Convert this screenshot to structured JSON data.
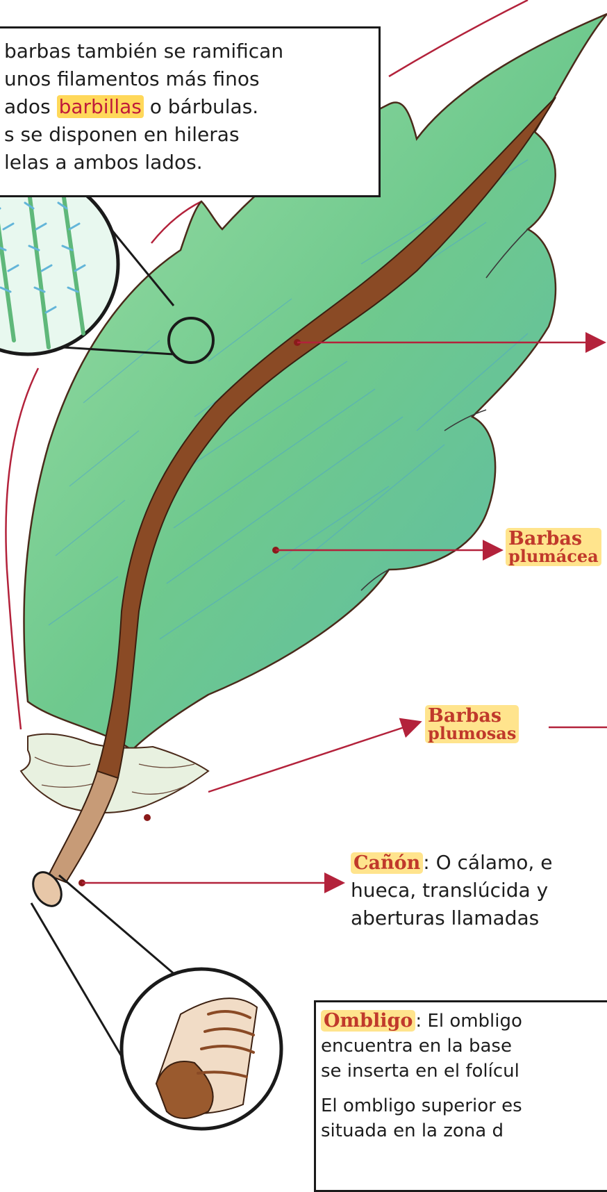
{
  "top_note": {
    "line1": " barbas también se ramifican",
    "line2": "unos filamentos más finos",
    "line3_pre": "ados ",
    "line3_highlight": "barbillas",
    "line3_post": " o bárbulas.",
    "line4": "s se disponen en hileras",
    "line5": "lelas a ambos lados."
  },
  "labels": {
    "barbas_plumaceas_1": "Barbas",
    "barbas_plumaceas_2": "plumácea",
    "barbas_plumosas_1": "Barbas",
    "barbas_plumosas_2": "plumosas"
  },
  "canon": {
    "term": "Cañón",
    "line1": ": O cálamo, e",
    "line2": "hueca, translúcida y",
    "line3": "aberturas llamadas"
  },
  "ombligo": {
    "term": "Ombligo",
    "line1": ": El ombligo",
    "line2": "encuentra en la base",
    "line3": "se inserta en el folícul",
    "line4": "El ombligo superior es",
    "line5": "situada en la zona d"
  },
  "colors": {
    "vane": "#7ccf8e",
    "rachis": "#8a4a25",
    "arrow": "#b3223b",
    "highlight": "#ffd85a"
  }
}
